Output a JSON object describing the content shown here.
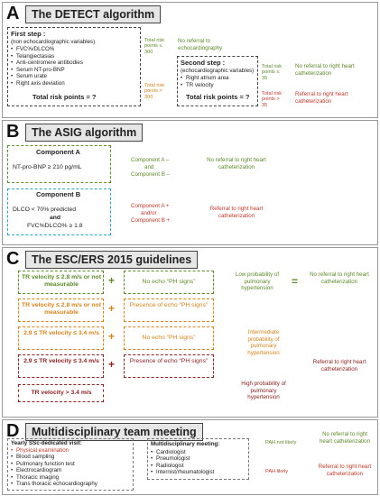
{
  "colors": {
    "green": "#5d8a2a",
    "red": "#c0392b",
    "orange": "#d6841c",
    "dark_red": "#8b2222",
    "header_bg": "#e6e6e6"
  },
  "panelA": {
    "letter": "A",
    "title": "The DETECT algorithm",
    "first_step": {
      "title": "First step :",
      "subtitle": "(non echocardiographic variables)",
      "items": [
        "FVC%/DLCO%",
        "Telangiectasias",
        "Anti-centromere antibodies",
        "Serum NT-pro-BNP",
        "Serum urate",
        "Right axis deviation"
      ],
      "total": "Total risk points = ?"
    },
    "arrow_low": {
      "text": "Total risk points ≤ 300",
      "result": "No referral to echocardiography"
    },
    "arrow_high": {
      "text": "Total risk points > 300"
    },
    "second_step": {
      "title": "Second step :",
      "subtitle": "(echocardiographic variables)",
      "items": [
        "Right atrium area",
        "TR velocity"
      ],
      "total": "Total risk points = ?"
    },
    "arrow2_low": {
      "text": "Total risk points ≤ 35",
      "result": "No referral to right heart catheterization"
    },
    "arrow2_high": {
      "text": "Total risk points > 35",
      "result": "Referral to right heart catheterization"
    }
  },
  "panelB": {
    "letter": "B",
    "title": "The ASIG algorithm",
    "componentA": {
      "title": "Component A",
      "criterion": "NT-pro-BNP ≥ 210 pg/mL"
    },
    "componentB": {
      "title": "Component B",
      "criterion1": "DLCO < 70% predicted",
      "and": "and",
      "criterion2": "FVC%DLCO% ≥ 1.8"
    },
    "arrow_top": {
      "line1": "Component A –",
      "line2": "and",
      "line3": "Component B –",
      "result": "No referral to right heart catheterization"
    },
    "arrow_bottom": {
      "line1": "Component A +",
      "line2": "and/or",
      "line3": "Component B +",
      "result": "Referral to right heart catheterization"
    }
  },
  "panelC": {
    "letter": "C",
    "title": "The ESC/ERS 2015 guidelines",
    "rows": [
      {
        "tr": "TR velocity ≤ 2.8 m/s or not measurable",
        "echo": "No echo “PH signs”"
      },
      {
        "tr": "TR velocity ≤ 2.8 m/s or not measurable",
        "echo": "Presence of echo “PH signs”"
      },
      {
        "tr": "2.9 ≤ TR velocity ≤ 3.4 m/s",
        "echo": "No echo “PH signs”"
      },
      {
        "tr": "2.9 ≤ TR velocity ≤ 3.4 m/s",
        "echo": "Presence of echo “PH signs”"
      },
      {
        "tr": "TR velocity > 3.4 m/s",
        "echo": ""
      }
    ],
    "plus": "+",
    "equals": "=",
    "prob_low": "Low probability of pulmonary hypertension",
    "prob_mid": "Intermediate probability of pulmonary hypertension",
    "prob_high": "High probability of pulmonary hypertension",
    "result_no": "No referral to right heart catheterization",
    "result_yes": "Referral to right heart catheterization"
  },
  "panelD": {
    "letter": "D",
    "title": "Multidisciplinary team meeting",
    "visit": {
      "title": "Yearly SSc-dedicated visit:",
      "items": [
        "Physical examination",
        "Blood sampling",
        "Pulmonary function test",
        "Electrocardiogram",
        "Thoracic imaging",
        "Trans thoracic echocardiography"
      ]
    },
    "meeting": {
      "title": "Multidisciplinary meeting:",
      "items": [
        "Cardiologist",
        "Pneumologist",
        "Radiologist",
        "Internist/rheumatologist"
      ]
    },
    "pah_not": "PAH not likely",
    "pah_likely": "PAH likely",
    "result_no": "No referral to right heart catheterization",
    "result_yes": "Referral to right heart catheterization"
  }
}
